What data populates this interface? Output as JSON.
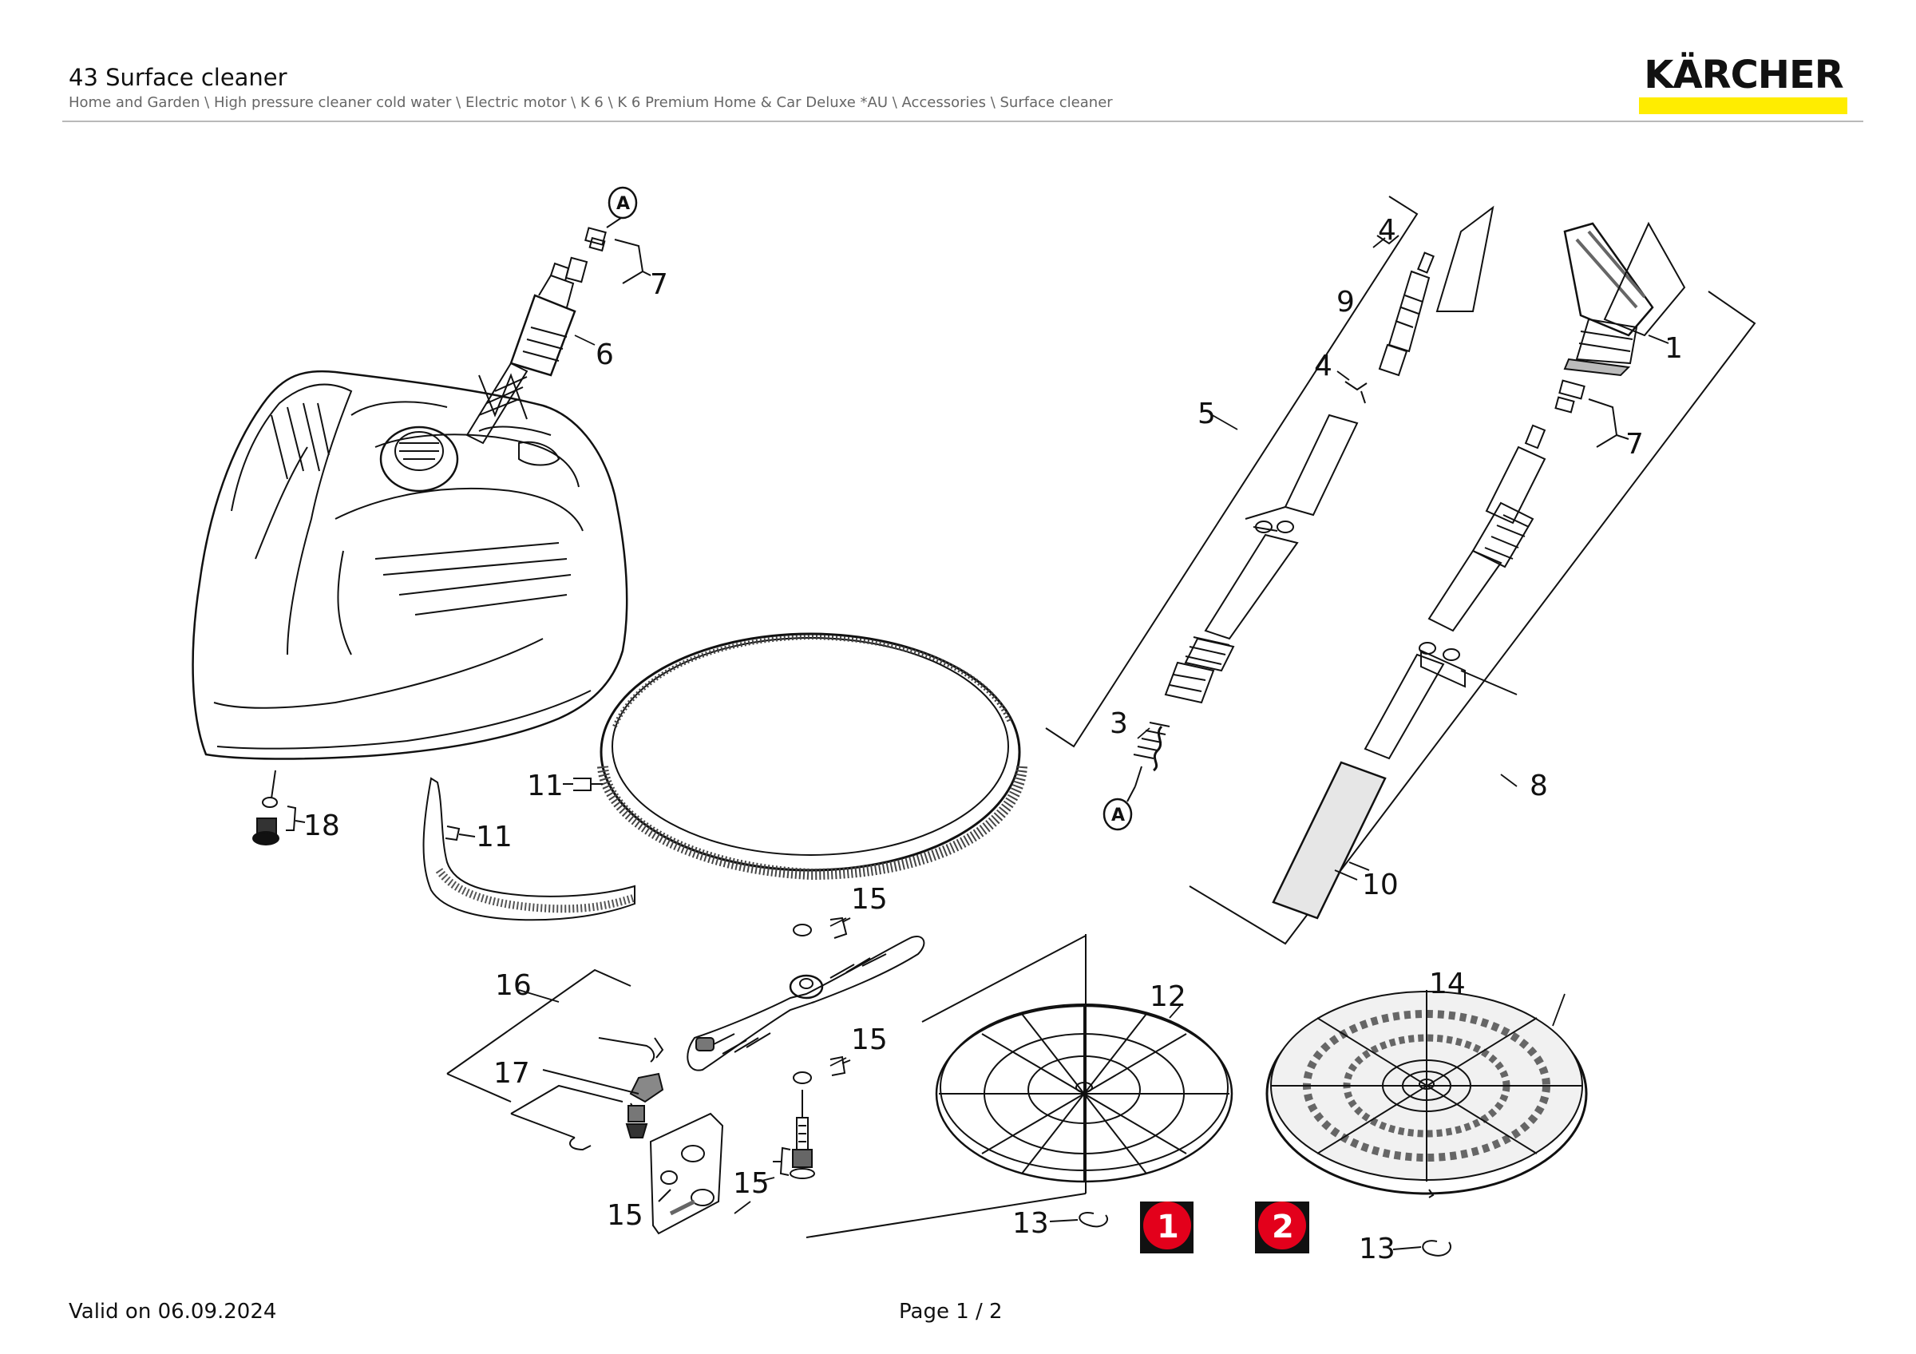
{
  "header": {
    "title": "43 Surface cleaner",
    "breadcrumb": "Home and Garden \\ High pressure cleaner cold water \\ Electric motor \\ K 6 \\ K 6 Premium Home & Car Deluxe *AU \\ Accessories \\ Surface cleaner"
  },
  "brand": {
    "logo_text": "KÄRCHER",
    "accent_color": "#ffed00"
  },
  "diagram": {
    "callouts": {
      "c1": "1",
      "c3": "3",
      "c4a": "4",
      "c4b": "4",
      "c5": "5",
      "c6": "6",
      "c7a": "7",
      "c7b": "7",
      "c8": "8",
      "c9": "9",
      "c10": "10",
      "c11a": "11",
      "c11b": "11",
      "c12": "12",
      "c13a": "13",
      "c13b": "13",
      "c14": "14",
      "c15a": "15",
      "c15b": "15",
      "c15c": "15",
      "c15d": "15",
      "c16": "16",
      "c17": "17",
      "c18": "18"
    },
    "reference_markers": {
      "ra": "A",
      "rb": "A"
    },
    "variant_badges": {
      "v1": "1",
      "v2": "2"
    },
    "badge_color": "#e3001b"
  },
  "footer": {
    "valid": "Valid on 06.09.2024",
    "page": "Page 1 / 2"
  }
}
